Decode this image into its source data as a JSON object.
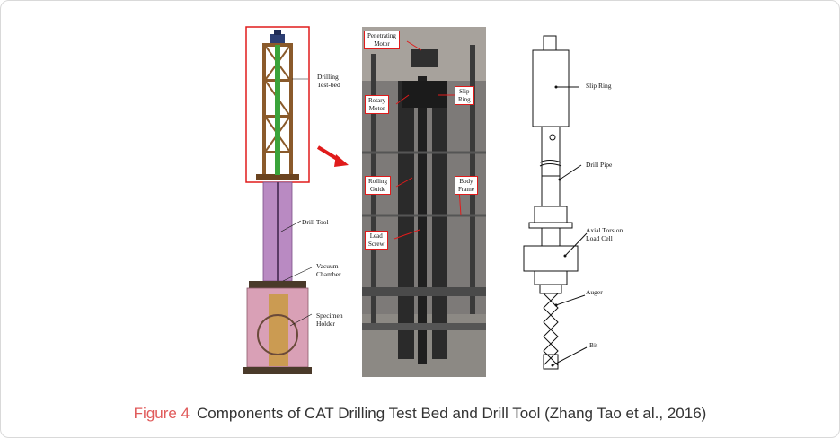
{
  "left_panel": {
    "labels": {
      "drilling_testbed": "Drilling\nTest-bed",
      "drill_tool": "Drill Tool",
      "vacuum_chamber": "Vacuum\nChamber",
      "specimen_holder": "Specimen\nHolder"
    }
  },
  "photo_panel": {
    "labels": {
      "penetrating_motor": "Penetrating\nMotor",
      "slip_ring": "Slip\nRing",
      "rotary_motor": "Rotary\nMotor",
      "rolling_guide": "Rolling\nGuide",
      "body_frame": "Body\nFrame",
      "lead_screw": "Lead\nScrew"
    }
  },
  "right_panel": {
    "labels": {
      "slip_ring": "Slip Ring",
      "drill_pipe": "Drill Pipe",
      "load_cell": "Axial Torsion\nLoad Cell",
      "auger": "Auger",
      "bit": "Bit"
    }
  },
  "caption": {
    "figure": "Figure 4",
    "text": "Components of CAT Drilling Test Bed and Drill Tool (Zhang Tao et al., 2016)"
  },
  "colors": {
    "red": "#e01b1b",
    "purple": "#b98ac2",
    "pink": "#d9a0b6",
    "frame_brown": "#8a5a2b",
    "green": "#3aa33a"
  }
}
